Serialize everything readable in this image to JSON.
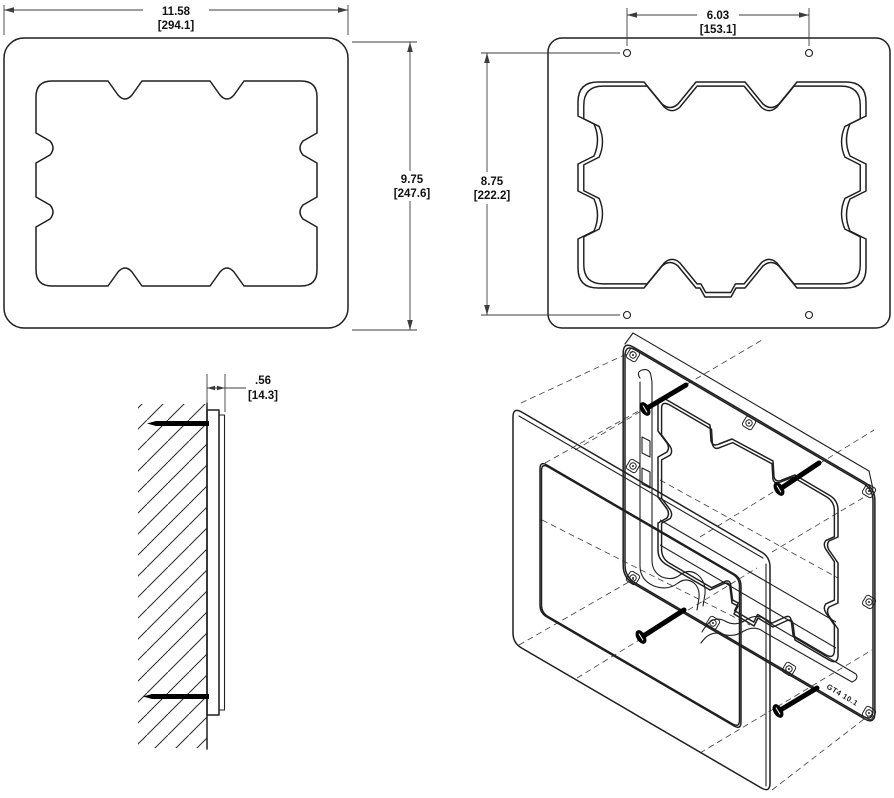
{
  "drawing": {
    "dim_width": {
      "inches": "11.58",
      "millimeters": "[294.1]"
    },
    "dim_height": {
      "inches": "9.75",
      "millimeters": "[247.6]"
    },
    "dim_hole_spacing_horizontal": {
      "inches": "6.03",
      "millimeters": "[153.1]"
    },
    "dim_hole_spacing_vertical": {
      "inches": "8.75",
      "millimeters": "[222.2]"
    },
    "dim_depth": {
      "inches": ".56",
      "millimeters": "[14.3]"
    },
    "engraving_label": "GT4 10.1",
    "colors": {
      "line": "#1f1f1f",
      "dimension": "#3c3c3c",
      "text": "#111111",
      "background": "#ffffff"
    }
  }
}
